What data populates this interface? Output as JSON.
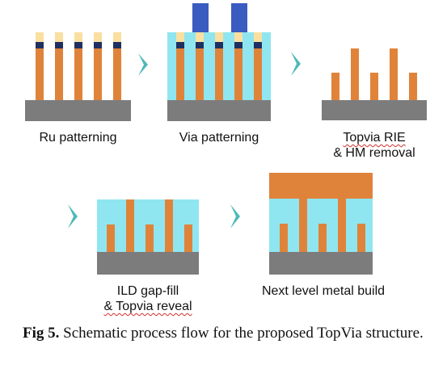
{
  "colors": {
    "substrate": "#7c7c7c",
    "metal": "#e0833a",
    "hardmask": "#fadfa1",
    "cap": "#1f3060",
    "ild": "#8fe6f0",
    "via_mask": "#3a5bbf",
    "arrow": "#4fb8b8"
  },
  "steps": [
    {
      "line1": "Ru patterning"
    },
    {
      "line1": "Via patterning"
    },
    {
      "line1": "Topvia RIE",
      "line2": "& HM removal"
    },
    {
      "line1": "ILD gap-fill",
      "line2": "& Topvia reveal"
    },
    {
      "line1": "Next level metal build"
    }
  ],
  "caption": {
    "fig_label": "Fig 5.",
    "text": " Schematic process flow for the proposed TopVia structure."
  }
}
